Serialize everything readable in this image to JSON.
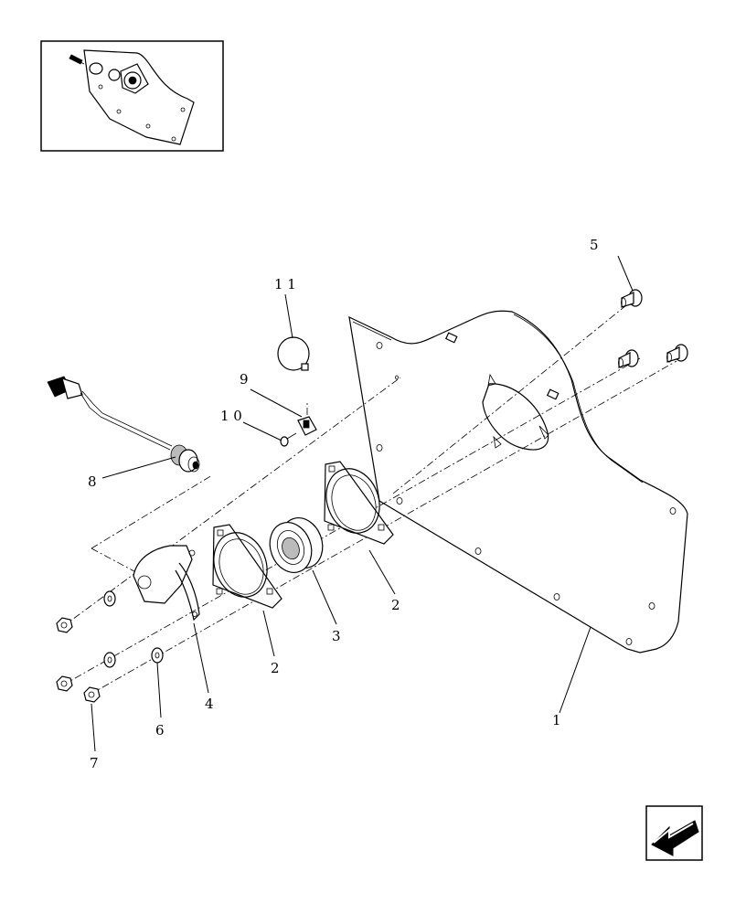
{
  "diagram": {
    "callouts": {
      "c1": "1",
      "c2a": "2",
      "c2b": "2",
      "c3": "3",
      "c4": "4",
      "c5": "5",
      "c6": "6",
      "c7": "7",
      "c8": "8",
      "c9": "9",
      "c10": "1 0",
      "c11": "1 1"
    }
  },
  "icons": {
    "thumbnail": "assembly-location-thumbnail",
    "navigation": "previous-page-arrow-icon"
  },
  "colors": {
    "line": "#000000",
    "background": "#ffffff"
  }
}
